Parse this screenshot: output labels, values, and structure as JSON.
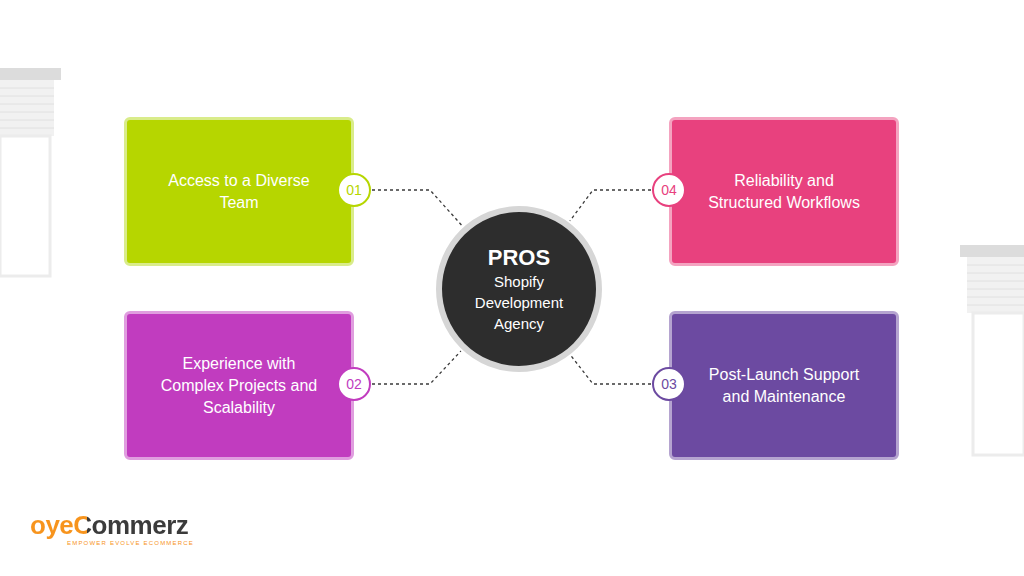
{
  "diagram": {
    "nodes": [
      {
        "text": [
          "Access to a Diverse Team"
        ]
      },
      {
        "text": [
          "PROS",
          "Shopify Development Agency"
        ]
      },
      {
        "text": [
          "Reliability and Structured Workflows"
        ]
      },
      {
        "text": [
          "Experience with Complex Projects and Scalability"
        ]
      },
      {
        "text": [
          "Post-Launch Support and Maintenance"
        ]
      }
    ],
    "edges": [
      {
        "from": 0,
        "to": 1,
        "arrow": "none"
      },
      {
        "from": 2,
        "to": 1,
        "arrow": "none"
      },
      {
        "from": 3,
        "to": 1,
        "arrow": "none"
      },
      {
        "from": 4,
        "to": 1,
        "arrow": "none"
      }
    ],
    "labels": [
      "01",
      "04",
      "02",
      "03",
      "oyeCommerz",
      "EMPOWER EVOLVE ECOMMERCE"
    ]
  }
}
